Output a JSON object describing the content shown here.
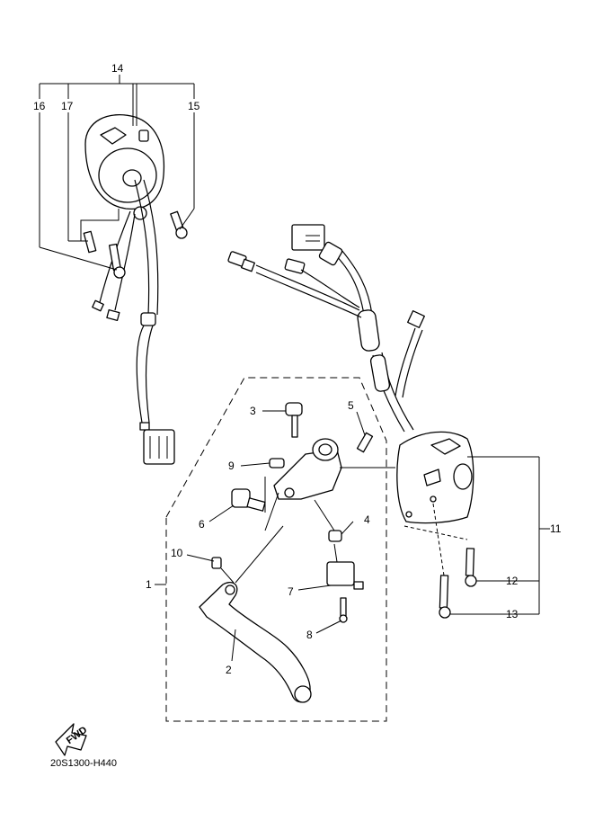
{
  "diagram": {
    "callouts": [
      "1",
      "2",
      "3",
      "4",
      "5",
      "6",
      "7",
      "8",
      "9",
      "10",
      "11",
      "12",
      "13",
      "14",
      "15",
      "16",
      "17"
    ],
    "fwd_label": "FWD",
    "drawing_code": "20S1300-H440"
  }
}
